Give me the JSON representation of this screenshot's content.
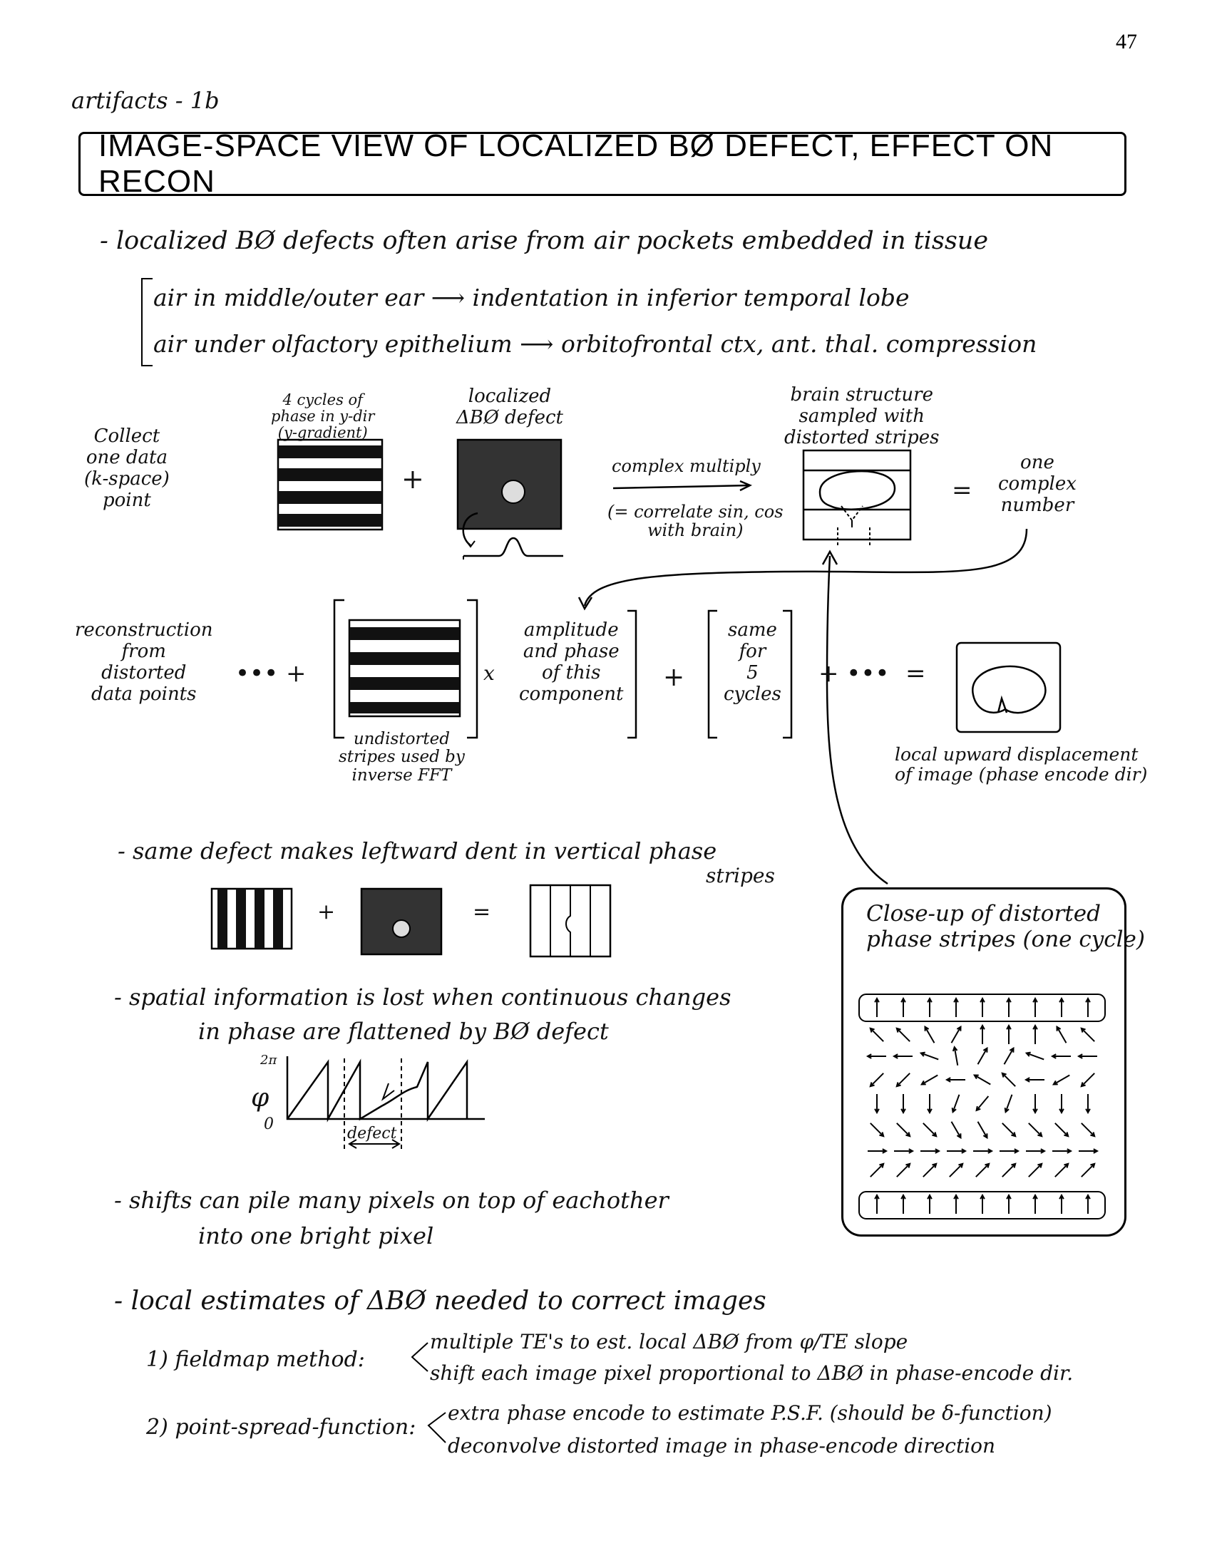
{
  "page_number": "47",
  "header": "artifacts - 1b",
  "title": "IMAGE-SPACE VIEW OF LOCALIZED BØ DEFECT, EFFECT ON RECON",
  "bullet1": {
    "text": "- localized BØ defects often arise from air pockets embedded in tissue",
    "lines": [
      "air in middle/outer ear ⟶ indentation in inferior temporal lobe",
      "air under olfactory epithelium ⟶ orbitofrontal ctx, ant. thal. compression"
    ]
  },
  "row1": {
    "left_label": [
      "Collect",
      "one data",
      "(k-space)",
      "point"
    ],
    "stripes_label": [
      "4 cycles of",
      "phase in y-dir",
      "(y-gradient)"
    ],
    "defect_label": [
      "localized",
      "ΔBØ defect"
    ],
    "plus": "+",
    "arrow_label": "complex multiply",
    "arrow_sub": [
      "(= correlate sin, cos",
      "with brain)"
    ],
    "brain_label": [
      "brain structure",
      "sampled with",
      "distorted stripes"
    ],
    "equals": "=",
    "result_label": [
      "one",
      "complex",
      "number"
    ]
  },
  "row2": {
    "left_label": [
      "reconstruction",
      "from",
      "distorted",
      "data points"
    ],
    "ellipsis_plus": "••• +",
    "times": "x",
    "amp_label": [
      "amplitude",
      "and phase",
      "of this",
      "component"
    ],
    "plus": "+",
    "same_label": [
      "same",
      "for",
      "5",
      "cycles"
    ],
    "plus_ellipsis": "+ •••",
    "equals": "=",
    "under_stripes": [
      "undistorted",
      "stripes used by",
      "inverse FFT"
    ],
    "under_brain": [
      "local upward displacement",
      "of image (phase encode dir)"
    ]
  },
  "bullet2": {
    "text": "- same defect makes leftward dent in vertical phase",
    "cont": "stripes",
    "plus": "+",
    "equals": "="
  },
  "bullet3": {
    "line1": "- spatial information is lost when continuous changes",
    "line2": "in phase are flattened by BØ defect",
    "graph_top": "2π",
    "graph_phi": "φ",
    "graph_zero": "0",
    "graph_defect": "defect"
  },
  "closeup_label": [
    "Close-up of distorted",
    "phase stripes (one cycle)"
  ],
  "bullet4": {
    "line1": "- shifts can pile many pixels on top of eachother",
    "line2": "into one bright pixel"
  },
  "bullet5": {
    "text": "- local estimates of ΔBØ needed to correct images",
    "m1_label": "1) fieldmap method:",
    "m1_a": "multiple TE's to est. local ΔBØ from φ/TE slope",
    "m1_b": "shift each image pixel proportional to ΔBØ in phase-encode dir.",
    "m2_label": "2) point-spread-function:",
    "m2_a": "extra phase encode to estimate P.S.F. (should be δ-function)",
    "m2_b": "deconvolve distorted image in phase-encode direction"
  }
}
